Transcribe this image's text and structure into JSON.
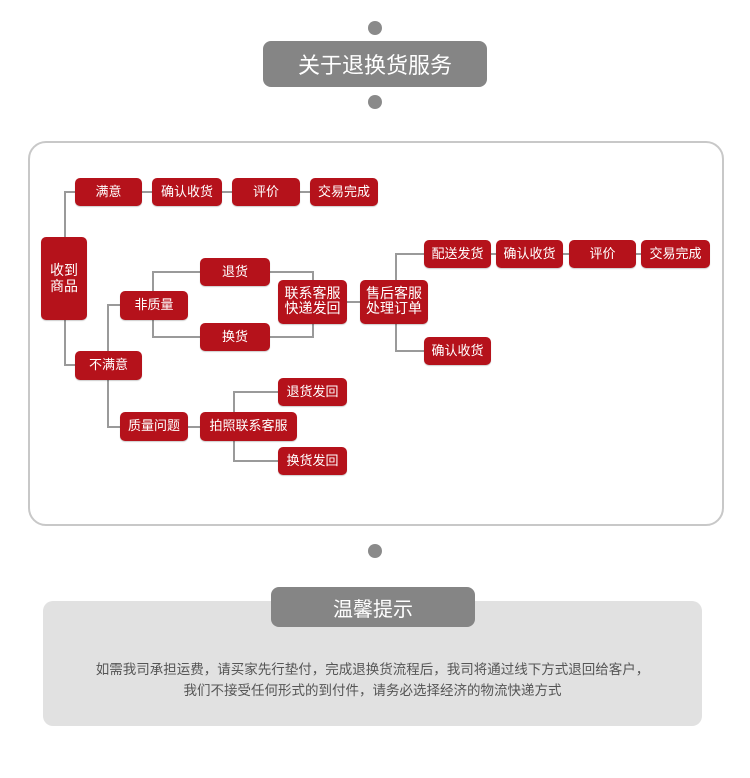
{
  "header": {
    "title": "关于退换货服务"
  },
  "flow": {
    "received": "收到\n商品",
    "satisfied": "满意",
    "confirm1": "确认收货",
    "review1": "评价",
    "done1": "交易完成",
    "unsatisfied": "不满意",
    "non_quality": "非质量",
    "return": "退货",
    "exchange": "换货",
    "contact_ship": "联系客服\n快递发回",
    "aftersale": "售后客服\n处理订单",
    "deliver": "配送发货",
    "confirm2": "确认收货",
    "review2": "评价",
    "done2": "交易完成",
    "confirm3": "确认收货",
    "quality": "质量问题",
    "photo_contact": "拍照联系客服",
    "return_ship": "退货发回",
    "exchange_ship": "换货发回"
  },
  "notice": {
    "title": "温馨提示",
    "line1": "如需我司承担运费，请买家先行垫付，完成退换货流程后，我司将通过线下方式退回给客户，",
    "line2": "我们不接受任何形式的到付件，请务必选择经济的物流快递方式"
  },
  "colors": {
    "node": "#b5121b",
    "pill": "#858585",
    "line": "#9a9a9a"
  }
}
